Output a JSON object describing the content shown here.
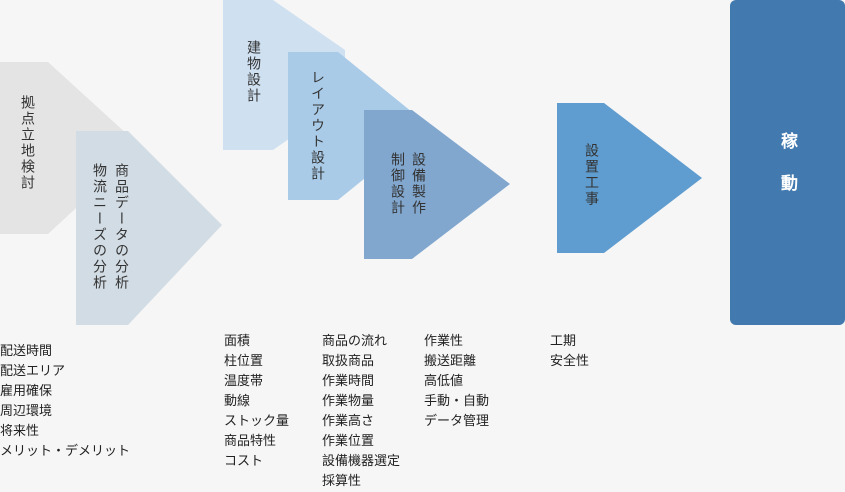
{
  "steps": [
    {
      "label": "拠点立地検討"
    },
    {
      "label_line1": "商品データの分析",
      "label_line2": "物流ニーズの分析"
    },
    {
      "label": "建物設計"
    },
    {
      "label": "レイアウト設計"
    },
    {
      "label_line1": "設備製作",
      "label_line2": "制御設計"
    },
    {
      "label": "設置工事"
    },
    {
      "label_line1": "稼",
      "label_line2": "動"
    }
  ],
  "lists": {
    "list1": [
      "配送時間",
      "配送エリア",
      "雇用確保",
      "周辺環境",
      "将来性",
      "メリット・デメリット"
    ],
    "list2": [
      "面積",
      "柱位置",
      "温度帯",
      "動線",
      "ストック量",
      "商品特性",
      "コスト"
    ],
    "list3": [
      "商品の流れ",
      "取扱商品",
      "作業時間",
      "作業物量",
      "作業高さ",
      "作業位置",
      "設備機器選定",
      "採算性"
    ],
    "list4": [
      "作業性",
      "搬送距離",
      "高低値",
      "手動・自動",
      "データ管理"
    ],
    "list5": [
      "工期",
      "安全性"
    ]
  },
  "colors": {
    "step1": "#e4e4e4",
    "step2": "#d2dce4",
    "step3": "#cfe0f0",
    "step4": "#a9cbe8",
    "step5": "#81a7cf",
    "step6": "#5f9ccf",
    "final": "#4279ae",
    "final_text": "#ffffff"
  }
}
